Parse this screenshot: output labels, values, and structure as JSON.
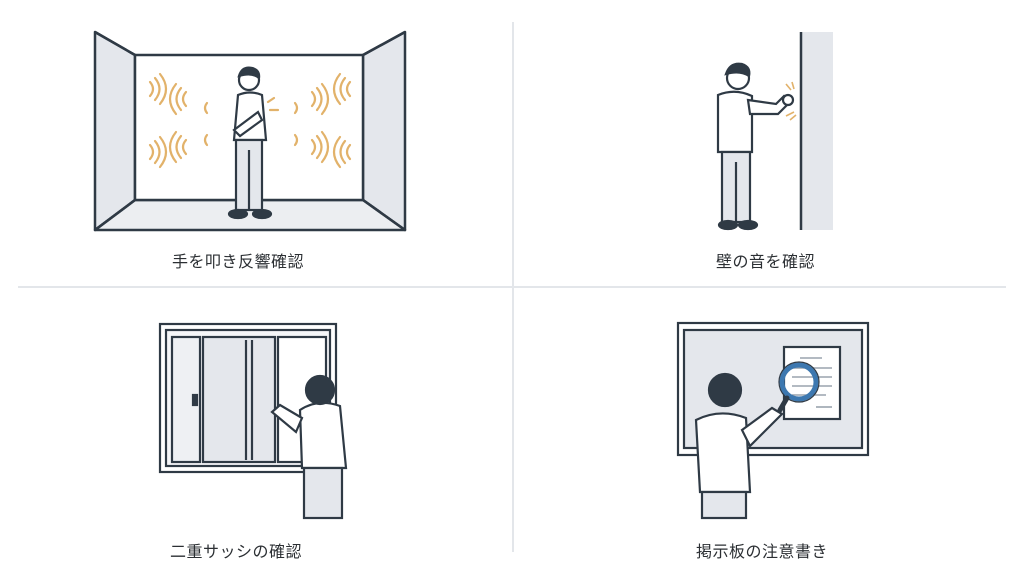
{
  "panels": [
    {
      "caption": "手を叩き反響確認",
      "illustration": "room-clap-echo"
    },
    {
      "caption": "壁の音を確認",
      "illustration": "knock-wall"
    },
    {
      "caption": "二重サッシの確認",
      "illustration": "double-sash-window"
    },
    {
      "caption": "掲示板の注意書き",
      "illustration": "bulletin-board-magnifier"
    }
  ],
  "colors": {
    "line": "#2f3a45",
    "wall_fill": "#e4e7ec",
    "sound_wave": "#e2b26a",
    "magnifier": "#3d78b0",
    "divider": "#e3e6ea",
    "hair": "#2f3a45"
  }
}
